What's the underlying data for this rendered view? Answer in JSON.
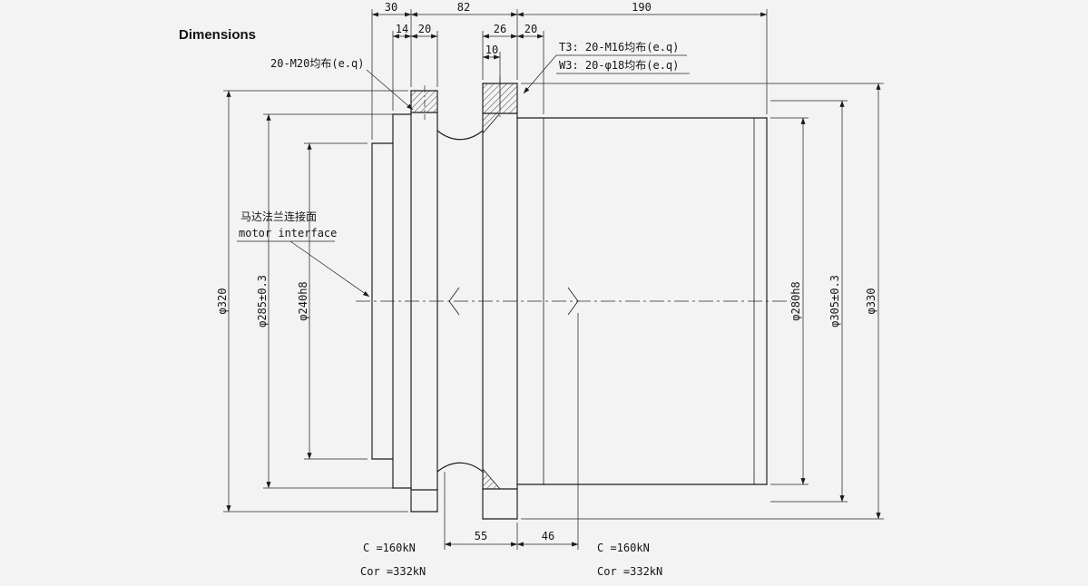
{
  "page": {
    "title": "Dimensions",
    "background": "#f2f3f2",
    "line_color": "#1b1b1b"
  },
  "dims_top": {
    "d30": "30",
    "d82": "82",
    "d190": "190",
    "d14": "14",
    "d20_left": "20",
    "d26": "26",
    "d20_right": "20",
    "d10": "10"
  },
  "callouts": {
    "bolts_left": "20-M20均布(e.q)",
    "t3": "T3: 20-M16均布(e.q)",
    "w3": "W3: 20-φ18均布(e.q)",
    "motor_interface_cn": "马达法兰连接面",
    "motor_interface_en": "motor interface"
  },
  "dims_diameter": {
    "d320": "φ320",
    "d285": "φ285±0.3",
    "d240": "φ240h8",
    "d280": "φ280h8",
    "d305": "φ305±0.3",
    "d330": "φ330"
  },
  "dims_bottom": {
    "d55": "55",
    "d46": "46"
  },
  "loads_left": {
    "dynamic": "C =160kN",
    "static": "Cor =332kN"
  },
  "loads_right": {
    "dynamic": "C =160kN",
    "static": "Cor =332kN"
  }
}
